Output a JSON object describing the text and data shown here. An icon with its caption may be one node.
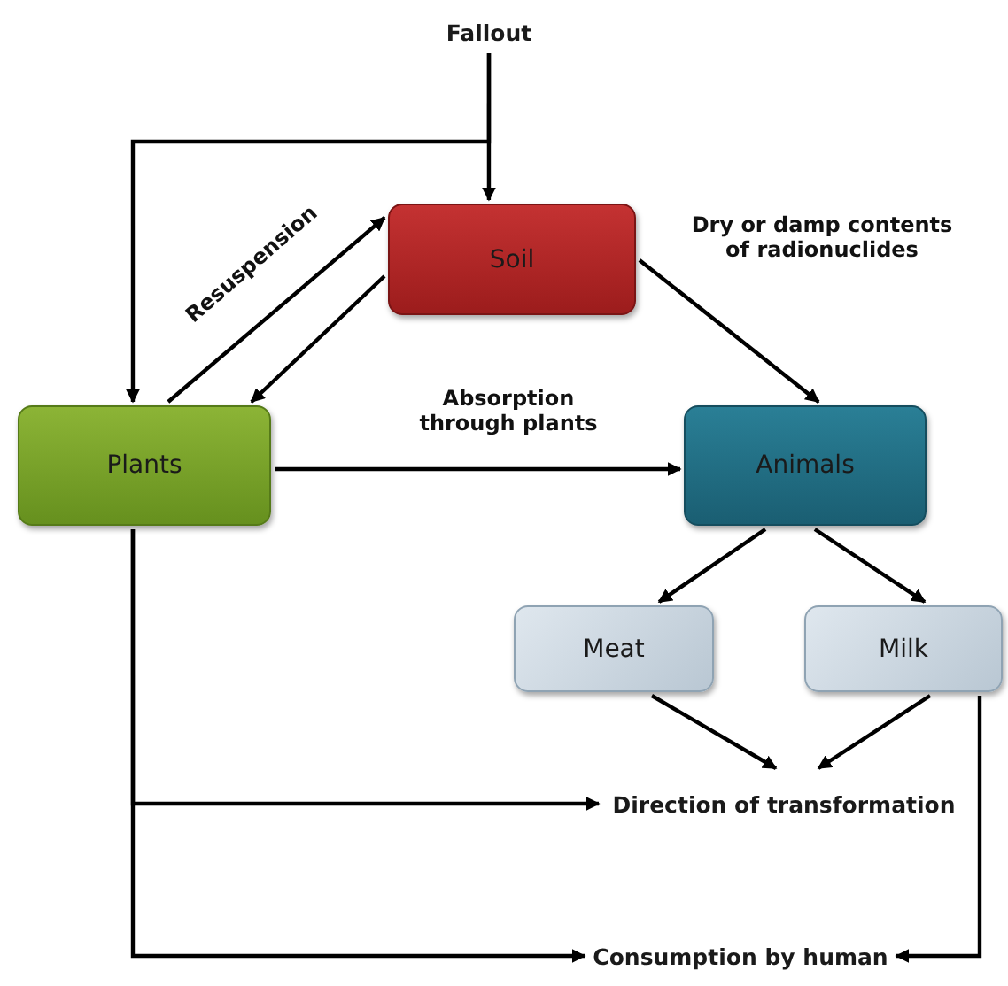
{
  "diagram": {
    "nodes": [
      {
        "text": [
          "Fallout"
        ]
      },
      {
        "text": [
          "Soil"
        ]
      },
      {
        "text": [
          "Plants"
        ]
      },
      {
        "text": [
          "Animals"
        ]
      },
      {
        "text": [
          "Meat"
        ]
      },
      {
        "text": [
          "Milk"
        ]
      },
      {
        "text": [
          "Direction of transformation"
        ]
      },
      {
        "text": [
          "Consumption by human"
        ]
      }
    ],
    "edges": [
      {
        "from": 0,
        "to": 1,
        "arrow": "to"
      },
      {
        "from": 0,
        "to": 2,
        "arrow": "to"
      },
      {
        "from": 2,
        "to": 1,
        "arrow": "to",
        "label": "Resuspension"
      },
      {
        "from": 1,
        "to": 2,
        "arrow": "to"
      },
      {
        "from": 1,
        "to": 3,
        "arrow": "to",
        "label": "Dry or damp contents of radionuclides"
      },
      {
        "from": 2,
        "to": 3,
        "arrow": "to",
        "label": "Absorption through plants"
      },
      {
        "from": 3,
        "to": 4,
        "arrow": "to"
      },
      {
        "from": 3,
        "to": 5,
        "arrow": "to"
      },
      {
        "from": 4,
        "to": 6,
        "arrow": "to"
      },
      {
        "from": 5,
        "to": 6,
        "arrow": "to"
      },
      {
        "from": 2,
        "to": 6,
        "arrow": "to"
      },
      {
        "from": 2,
        "to": 7,
        "arrow": "to"
      },
      {
        "from": 5,
        "to": 7,
        "arrow": "to"
      }
    ]
  }
}
